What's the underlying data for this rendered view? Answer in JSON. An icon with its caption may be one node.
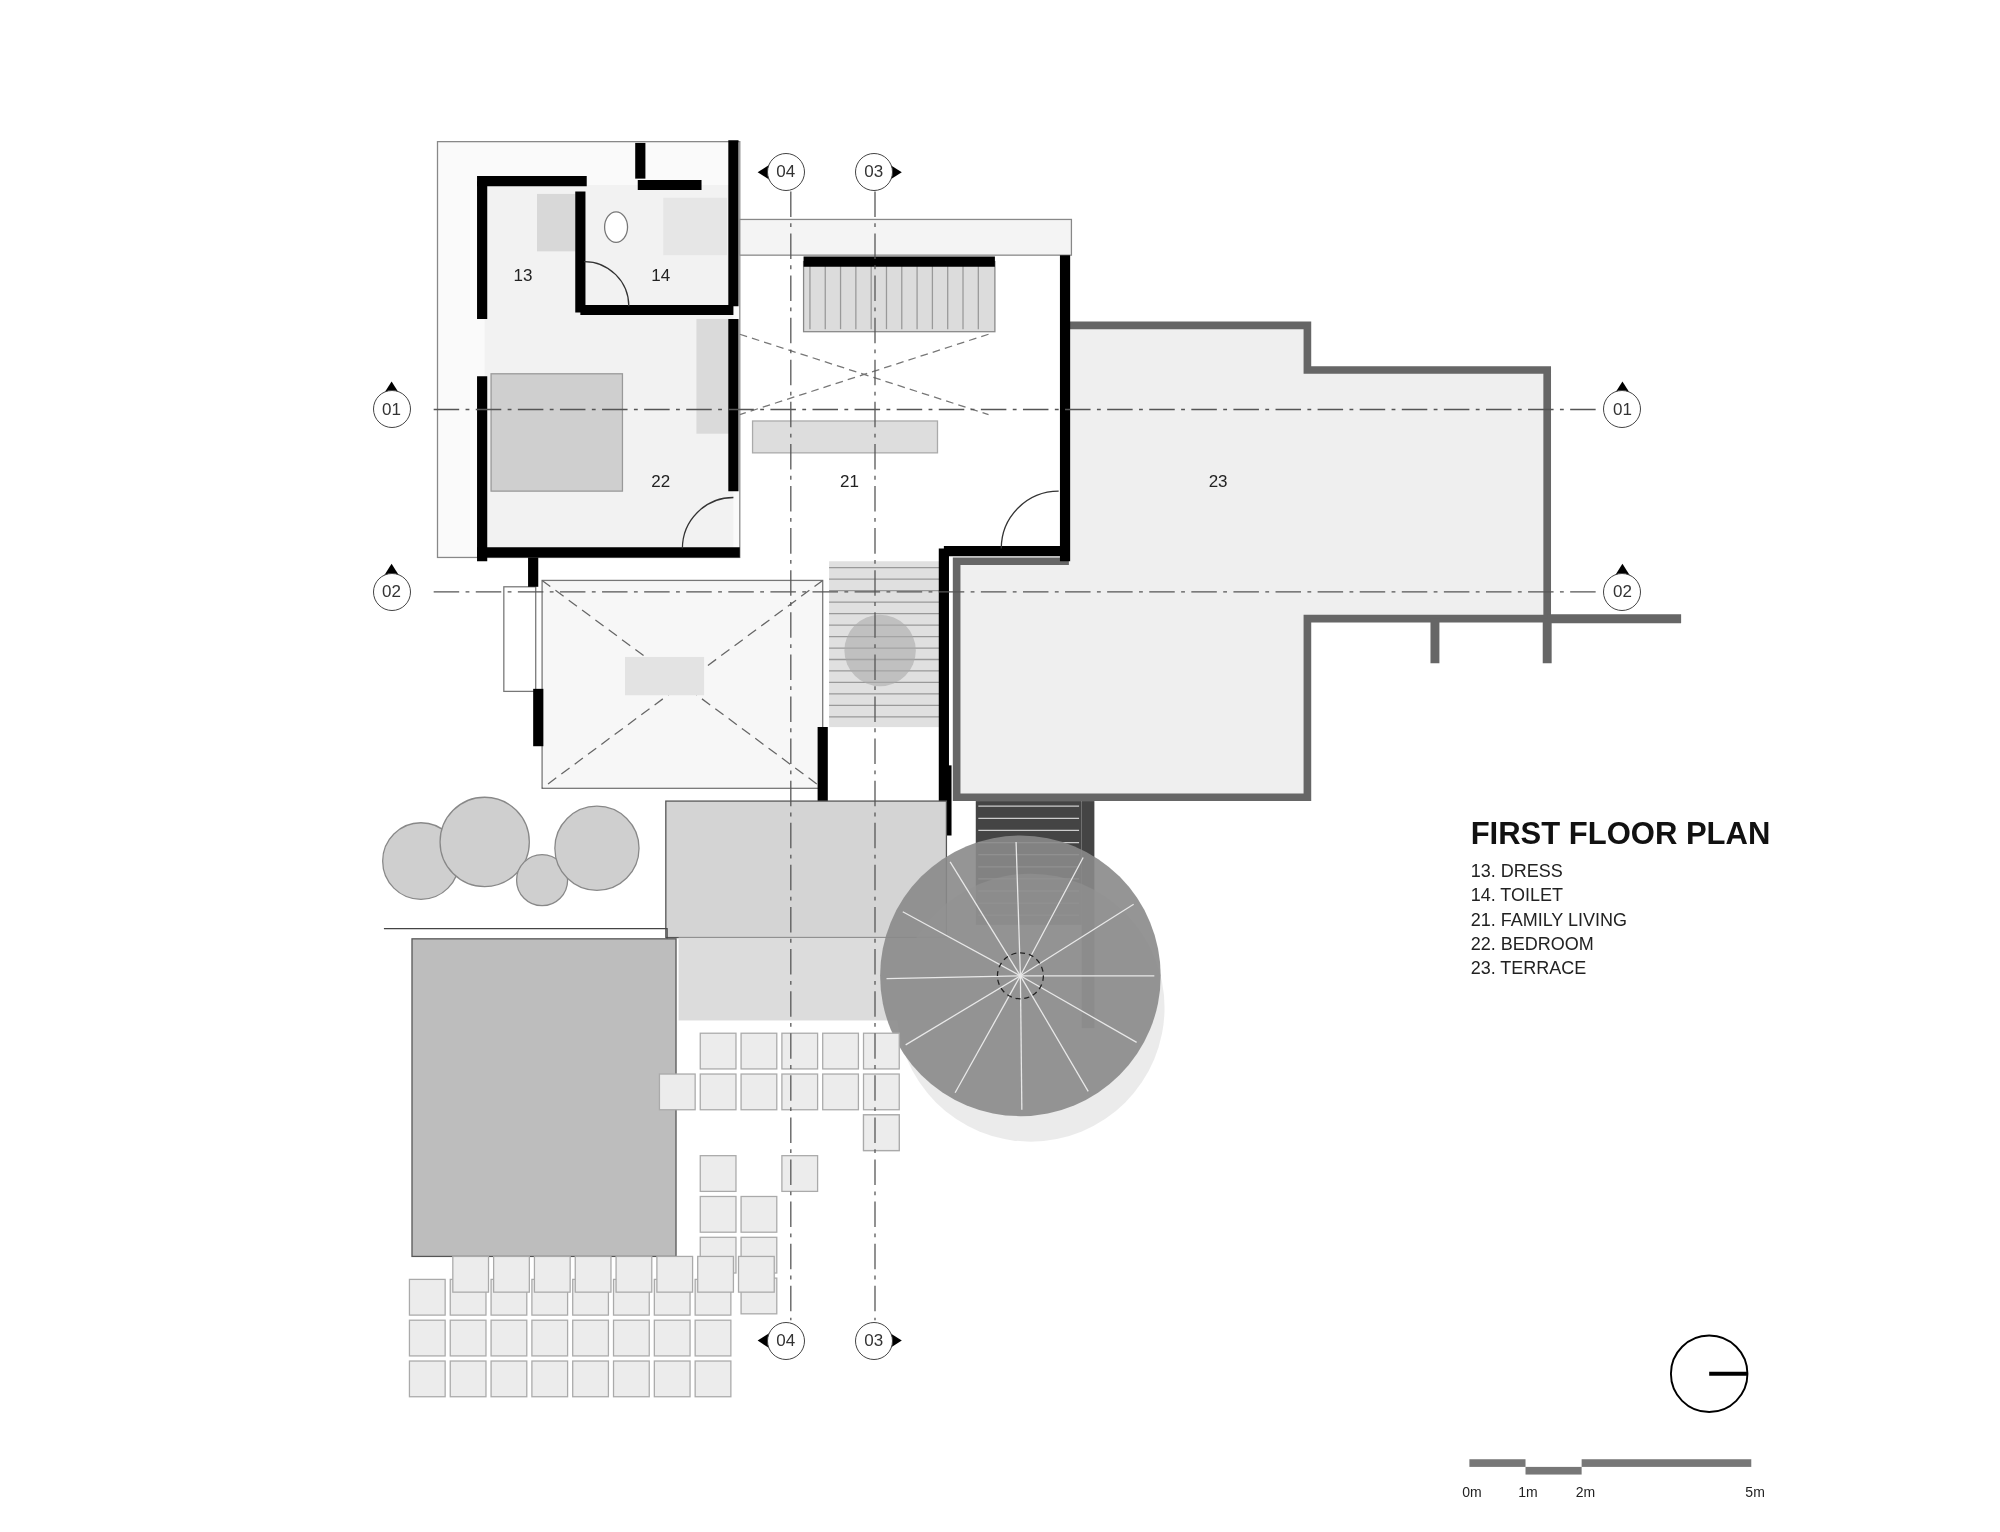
{
  "diagram": {
    "title": "FIRST FLOOR PLAN",
    "labels": [
      "04",
      "03",
      "13",
      "14",
      "01",
      "01",
      "22",
      "21",
      "23",
      "02",
      "02",
      "13. DRESS",
      "14. TOILET",
      "21. FAMILY LIVING",
      "22. BEDROOM",
      "23. TERRACE",
      "04",
      "03",
      "0m",
      "1m",
      "2m",
      "5m"
    ]
  }
}
